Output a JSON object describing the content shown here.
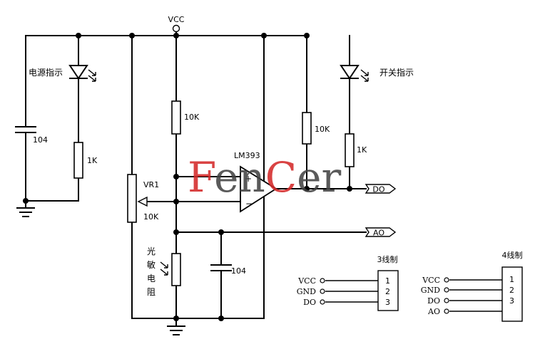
{
  "labels": {
    "vcc": "VCC",
    "power_led": "电源指示",
    "switch_led": "开关指示",
    "c_left": "104",
    "r_1k_left": "1K",
    "r_10k_mid": "10K",
    "r_10k_right": "10K",
    "r_1k_right": "1K",
    "chip": "LM393",
    "vr_name": "VR1",
    "vr_value": "10K",
    "plus": "+",
    "minus": "−",
    "do_port": "DO",
    "ao_port": "AO",
    "ldr_chars": [
      "光",
      "敏",
      "电",
      "阻"
    ],
    "c_bottom": "104"
  },
  "connector3": {
    "title": "3线制",
    "pins": [
      "1",
      "2",
      "3"
    ],
    "signals": [
      "VCC",
      "GND",
      "DO"
    ]
  },
  "connector4": {
    "title": "4线制",
    "pins": [
      "1",
      "2",
      "3"
    ],
    "signals": [
      "VCC",
      "GND",
      "DO",
      "AO"
    ]
  },
  "watermark": {
    "parts": [
      "F",
      "e",
      "n",
      "C",
      "e",
      "r"
    ],
    "colors": [
      "#d42a2a",
      "#444444",
      "#444444",
      "#d42a2a",
      "#444444",
      "#444444"
    ]
  }
}
